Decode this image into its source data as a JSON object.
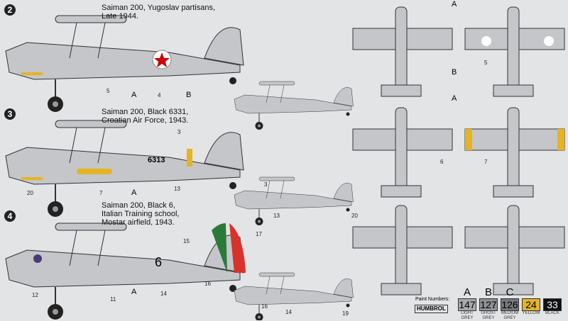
{
  "schemes": [
    {
      "number": "2",
      "caption": [
        "Saiman 200, Yugoslav partisans,",
        "Late 1944."
      ],
      "callouts": [
        "5",
        "4",
        "A",
        "B"
      ],
      "topview_callouts": [
        "A",
        "B",
        "5"
      ]
    },
    {
      "number": "3",
      "caption": [
        "Saiman 200, Black 6331,",
        "Croatian Air Force, 1943."
      ],
      "callouts": [
        "3",
        "20",
        "7",
        "13",
        "A"
      ],
      "tail_code": "6313",
      "small_callouts": [
        "3",
        "13",
        "20"
      ],
      "topview_callouts": [
        "A",
        "6",
        "7"
      ]
    },
    {
      "number": "4",
      "caption": [
        "Saiman 200, Black 6,",
        "Italian Training school,",
        "Mostar airfield, 1943."
      ],
      "callouts": [
        "15",
        "17",
        "12",
        "11",
        "14",
        "16",
        "A"
      ],
      "tail_code": "6",
      "small_callouts": [
        "16",
        "14",
        "19"
      ]
    }
  ],
  "legend": {
    "title": "Paint Numbers:",
    "brand": "HUMBROL",
    "paints": [
      {
        "letter": "A",
        "code": "147",
        "name": [
          "LIGHT",
          "GREY"
        ],
        "color": "#a9aaac"
      },
      {
        "letter": "B",
        "code": "127",
        "name": [
          "GHOST",
          "GREY"
        ],
        "color": "#8f9094"
      },
      {
        "letter": "C",
        "code": "126",
        "name": [
          "MEDIUM",
          "GREY"
        ],
        "color": "#77787c"
      },
      {
        "letter": "",
        "code": "24",
        "name": [
          "YELLOW"
        ],
        "color": "#e4b425"
      },
      {
        "letter": "",
        "code": "33",
        "name": [
          "BLACK"
        ],
        "color": "#111111"
      }
    ]
  }
}
